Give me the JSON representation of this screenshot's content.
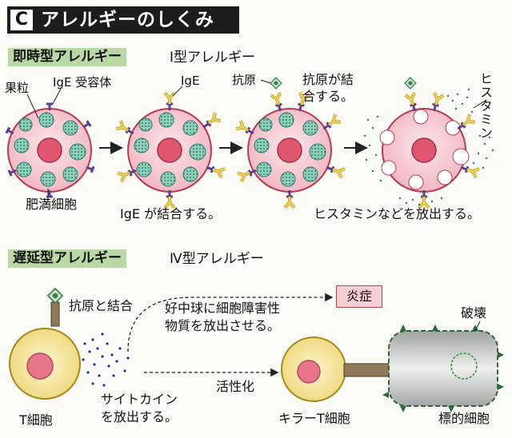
{
  "header": {
    "letter": "C",
    "title": "アレルギーのしくみ"
  },
  "immediate": {
    "band": "即時型アレルギー",
    "type": "Ⅰ型アレルギー",
    "label_granule": "果粒",
    "label_ige_receptor": "IgE 受容体",
    "label_ige": "IgE",
    "label_antigen": "抗原",
    "label_antigen_binds_1": "抗原が結",
    "label_antigen_binds_2": "合する。",
    "label_histamine": "ヒスタミン",
    "label_mast_cell": "肥満細胞",
    "caption_ige_binds": "IgE が結合する。",
    "caption_histamine_release": "ヒスタミンなどを放出する。"
  },
  "delayed": {
    "band": "遅延型アレルギー",
    "type": "Ⅳ型アレルギー",
    "label_antigen_bind": "抗原と結合",
    "label_neutrophil_1": "好中球に細胞障害性",
    "label_neutrophil_2": "物質を放出させる。",
    "label_inflammation": "炎症",
    "label_destruction": "破壊",
    "label_cytokine_1": "サイトカイン",
    "label_cytokine_2": "を放出する。",
    "label_activation": "活性化",
    "label_t_cell": "T細胞",
    "label_killer_t": "キラーT細胞",
    "label_target_cell": "標的細胞"
  },
  "colors": {
    "title_bg": "#1c1c1c",
    "band_bg": "#b9d9a4",
    "mast_cell_fill": "#f6c9d0",
    "nucleus": "#e0566f",
    "granule": "#55b39a",
    "antibody": "#e6c23a",
    "receptor": "#6b4fa0",
    "t_cell_fill": "#f6e7a2",
    "target_cell_fill": "#c8cbc8",
    "inflammation_bg": "#f5cfd2"
  }
}
